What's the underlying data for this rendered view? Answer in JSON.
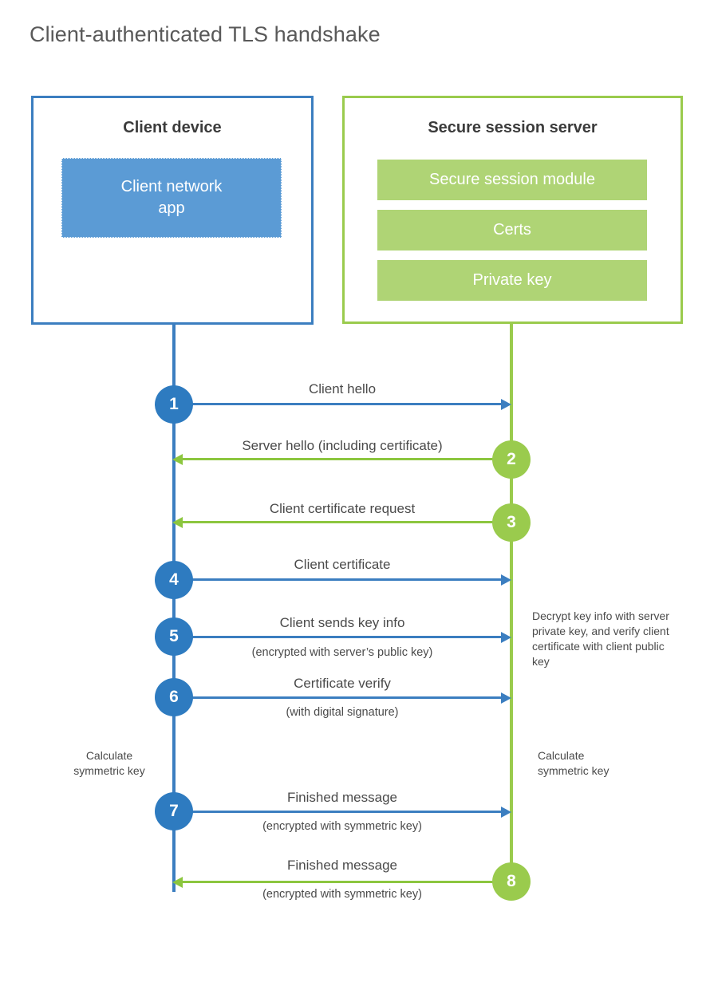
{
  "title": "Client-authenticated TLS handshake",
  "colors": {
    "client_blue": "#3b7ec0",
    "client_block_fill": "#5b9bd5",
    "server_green": "#9acb4d",
    "server_bar_fill": "#afd475",
    "arrow_green": "#8cc63f",
    "text_gray": "#4a4a4a",
    "title_gray": "#595959"
  },
  "client": {
    "title": "Client device",
    "block_line1": "Client network",
    "block_line2": "app"
  },
  "server": {
    "title": "Secure session server",
    "bars": [
      {
        "label": "Secure session module"
      },
      {
        "label": "Certs"
      },
      {
        "label": "Private key"
      }
    ]
  },
  "steps": [
    {
      "number": "1",
      "label": "Client hello",
      "sublabel": "",
      "direction": "client-to-server",
      "color": "blue",
      "badge_on": "client"
    },
    {
      "number": "2",
      "label": "Server hello (including certificate)",
      "sublabel": "",
      "direction": "server-to-client",
      "color": "green",
      "badge_on": "server"
    },
    {
      "number": "3",
      "label": "Client certificate request",
      "sublabel": "",
      "direction": "server-to-client",
      "color": "green",
      "badge_on": "server"
    },
    {
      "number": "4",
      "label": "Client certificate",
      "sublabel": "",
      "direction": "client-to-server",
      "color": "blue",
      "badge_on": "client"
    },
    {
      "number": "5",
      "label": "Client sends key info",
      "sublabel": "(encrypted with server’s public key)",
      "direction": "client-to-server",
      "color": "blue",
      "badge_on": "client"
    },
    {
      "number": "6",
      "label": "Certificate verify",
      "sublabel": "(with digital signature)",
      "direction": "client-to-server",
      "color": "blue",
      "badge_on": "client"
    },
    {
      "number": "7",
      "label": "Finished message",
      "sublabel": "(encrypted with symmetric key)",
      "direction": "client-to-server",
      "color": "blue",
      "badge_on": "client"
    },
    {
      "number": "8",
      "label": "Finished message",
      "sublabel": "(encrypted with symmetric key)",
      "direction": "server-to-client",
      "color": "green",
      "badge_on": "server"
    }
  ],
  "annotations": {
    "server_decrypt": "Decrypt key info with server private key, and verify client certificate with client public key",
    "client_calc_line1": "Calculate",
    "client_calc_line2": "symmetric key",
    "server_calc_line1": "Calculate",
    "server_calc_line2": "symmetric key"
  }
}
